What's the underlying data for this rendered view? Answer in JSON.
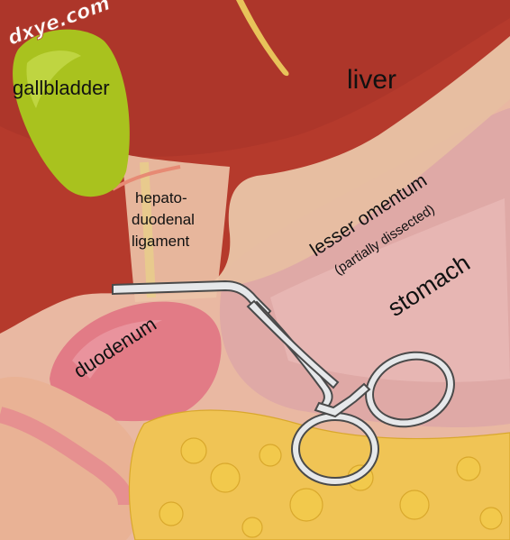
{
  "watermark": "dxye.com",
  "labels": {
    "gallbladder": "gallbladder",
    "liver": "liver",
    "hepato_line1": "hepato-",
    "hepato_line2": "duodenal",
    "hepato_line3": "ligament",
    "lesser_omentum": "lesser omentum",
    "partially_dissected": "(partially dissected)",
    "stomach": "stomach",
    "duodenum": "duodenum"
  },
  "colors": {
    "liver": "#b53a2c",
    "gallbladder": "#a9c21e",
    "stomach": "#dfa9a6",
    "duodenum": "#e27b86",
    "omentum": "#e7bea1",
    "fat": "#f2c94c",
    "instrument": "#e6e8ea"
  }
}
